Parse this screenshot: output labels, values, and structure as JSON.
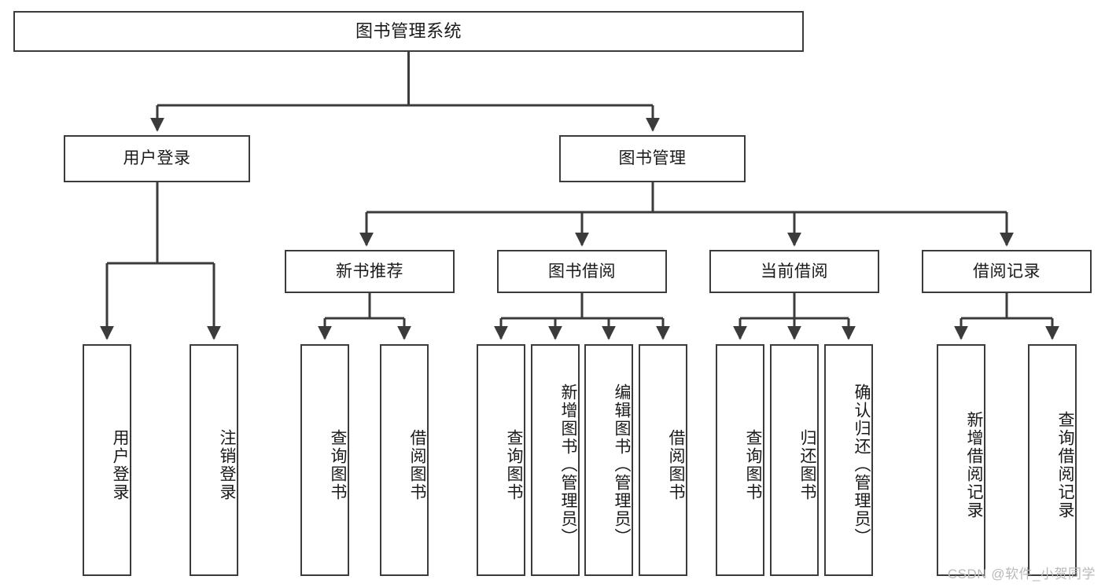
{
  "diagram": {
    "title": "图书管理系统",
    "type": "tree-hierarchy",
    "watermark": "CSDN @软件_小贺同学",
    "colors": {
      "box_border": "#3b3b3b",
      "box_fill": "#ffffff",
      "edge": "#3b3b3b",
      "text": "#1a1a1a",
      "watermark": "#b9b9b9",
      "background": "#ffffff"
    },
    "root": {
      "label": "图书管理系统"
    },
    "level2": [
      {
        "label": "用户登录"
      },
      {
        "label": "图书管理"
      }
    ],
    "level3": [
      {
        "label": "新书推荐"
      },
      {
        "label": "图书借阅"
      },
      {
        "label": "当前借阅"
      },
      {
        "label": "借阅记录"
      }
    ],
    "leaves": {
      "user_login": [
        {
          "label": "用户登录"
        },
        {
          "label": "注销登录"
        }
      ],
      "new_book_recommend": [
        {
          "label": "查询图书"
        },
        {
          "label": "借阅图书"
        }
      ],
      "book_borrow": [
        {
          "label": "查询图书"
        },
        {
          "label": "新增图书（管理员）"
        },
        {
          "label": "编辑图书（管理员）"
        },
        {
          "label": "借阅图书"
        }
      ],
      "current_borrow": [
        {
          "label": "查询图书"
        },
        {
          "label": "归还图书"
        },
        {
          "label": "确认归还（管理员）"
        }
      ],
      "borrow_record": [
        {
          "label": "新增借阅记录"
        },
        {
          "label": "查询借阅记录"
        }
      ]
    }
  }
}
